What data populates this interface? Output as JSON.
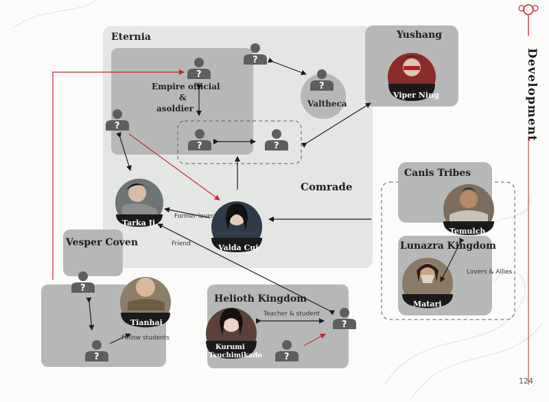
{
  "side_title": "Development",
  "page_number": "124",
  "regions": {
    "eternia": "Eternia",
    "yushang": "Yushang",
    "canis": "Canis Tribes",
    "lunazra": "Lunazra Kingdom",
    "vesper": "Vesper Coven",
    "helioth": "Helioth Kingdom",
    "comrade": "Comrade"
  },
  "group_label": {
    "line1": "Empire official",
    "line2": "&",
    "line3": "asoldier"
  },
  "characters": {
    "valtheca": "Valtheca",
    "viper_ning": "Viper Ning",
    "tarka_ji": "Tarka Ji",
    "valda_cui": "Valda Cui",
    "temulch": "Temulch",
    "matari": "Matari",
    "tianhai": "Tianhai",
    "kurumi_line1": "Kurumi",
    "kurumi_line2": "Tsuchimikado"
  },
  "relations": {
    "former_lover": "Former lover",
    "friend": "Friend",
    "lovers_allies": "Lovers & Allies",
    "teacher_student": "Teacher & student",
    "fellow_students": "Fellow students"
  },
  "unknown_mark": "?",
  "colors": {
    "region_light": "#e4e6e3",
    "region_dark": "#b5b8b6",
    "silhouette": "#5c5e60",
    "accent_red": "#c8252d"
  }
}
